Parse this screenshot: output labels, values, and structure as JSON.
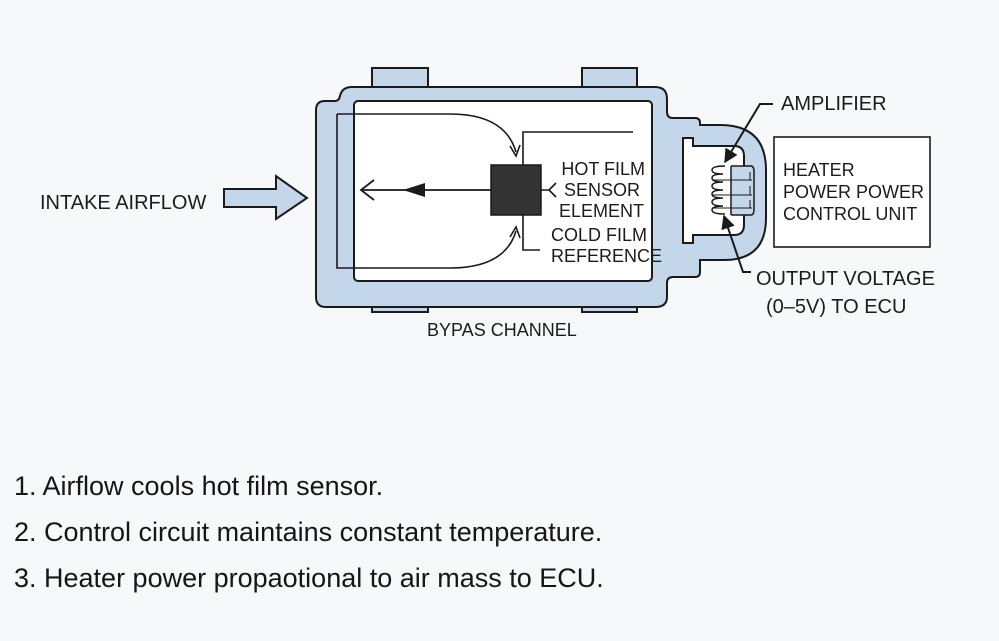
{
  "diagram": {
    "title": "Hot film mass airflow sensor",
    "colors": {
      "housing_fill": "#c3d6ea",
      "outline": "#1a1a1a",
      "sensor_element": "#333333",
      "background": "#f7f8f9"
    },
    "labels": {
      "intake_airflow": "INTAKE AIRFLOW",
      "hot_film_line1": "HOT FILM",
      "hot_film_line2": "SENSOR",
      "hot_film_line3": "ELEMENT",
      "cold_film_line1": "COLD FILM",
      "cold_film_line2": "REFERENCE",
      "bypass_channel": "BYPAS CHANNEL",
      "amplifier": "AMPLIFIER",
      "heater_line1": "HEATER",
      "heater_line2": "POWER POWER",
      "heater_line3": "CONTROL UNIT",
      "output_line1": "OUTPUT VOLTAGE",
      "output_line2": "(0–5V) TO ECU"
    },
    "nodes": [
      {
        "id": "intake-arrow",
        "label": "INTAKE AIRFLOW"
      },
      {
        "id": "housing",
        "label": "BYPAS CHANNEL"
      },
      {
        "id": "hot-film-sensor",
        "label": "HOT FILM SENSOR ELEMENT"
      },
      {
        "id": "cold-film-reference",
        "label": "COLD FILM REFERENCE"
      },
      {
        "id": "amplifier",
        "label": "AMPLIFIER"
      },
      {
        "id": "heater-power-control-unit",
        "label": "HEATER POWER POWER CONTROL UNIT"
      },
      {
        "id": "output",
        "label": "OUTPUT VOLTAGE (0–5V) TO ECU"
      }
    ]
  },
  "notes": [
    "1. Airflow cools hot film sensor.",
    "2. Control circuit maintains constant temperature.",
    "3. Heater power propaotional to air mass to ECU."
  ]
}
